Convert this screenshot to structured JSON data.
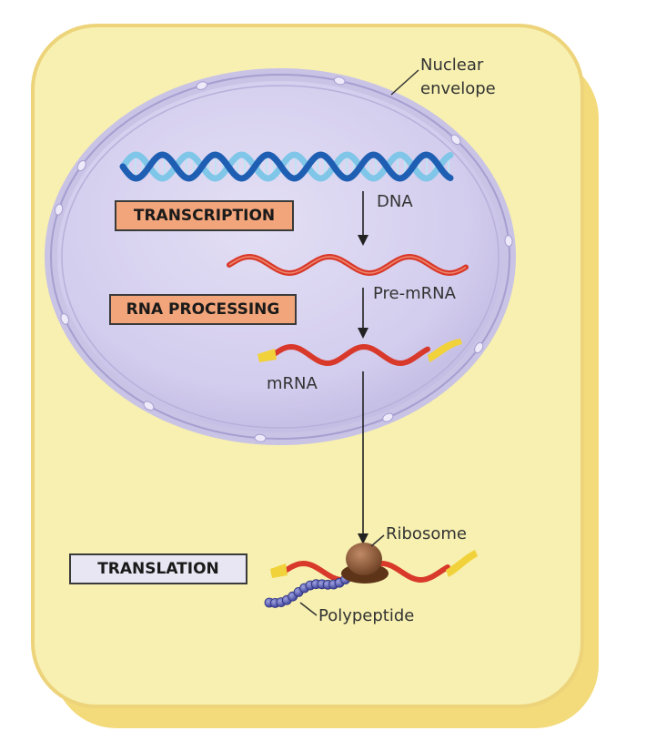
{
  "labels": {
    "nuclear_envelope_line1": "Nuclear",
    "nuclear_envelope_line2": "envelope",
    "dna": "DNA",
    "pre_mrna": "Pre-mRNA",
    "mrna": "mRNA",
    "ribosome": "Ribosome",
    "polypeptide": "Polypeptide"
  },
  "process_boxes": {
    "transcription": "TRANSCRIPTION",
    "rna_processing": "RNA PROCESSING",
    "translation": "TRANSLATION"
  },
  "colors": {
    "cell_fill": "#f6efaa",
    "cell_border": "#e8c95a",
    "nucleus_fill": "#d8d3ee",
    "nucleus_border": "#b8b2dc",
    "dna_dark": "#1f5fb3",
    "dna_light": "#7fc6e8",
    "rna_red": "#d8392a",
    "rna_cap_yellow": "#f1d23a",
    "ribosome": "#8a5a3a",
    "polypeptide": "#4b4fa6",
    "transcription_box": "#f2a57a",
    "translation_box": "#e9e6f3"
  }
}
